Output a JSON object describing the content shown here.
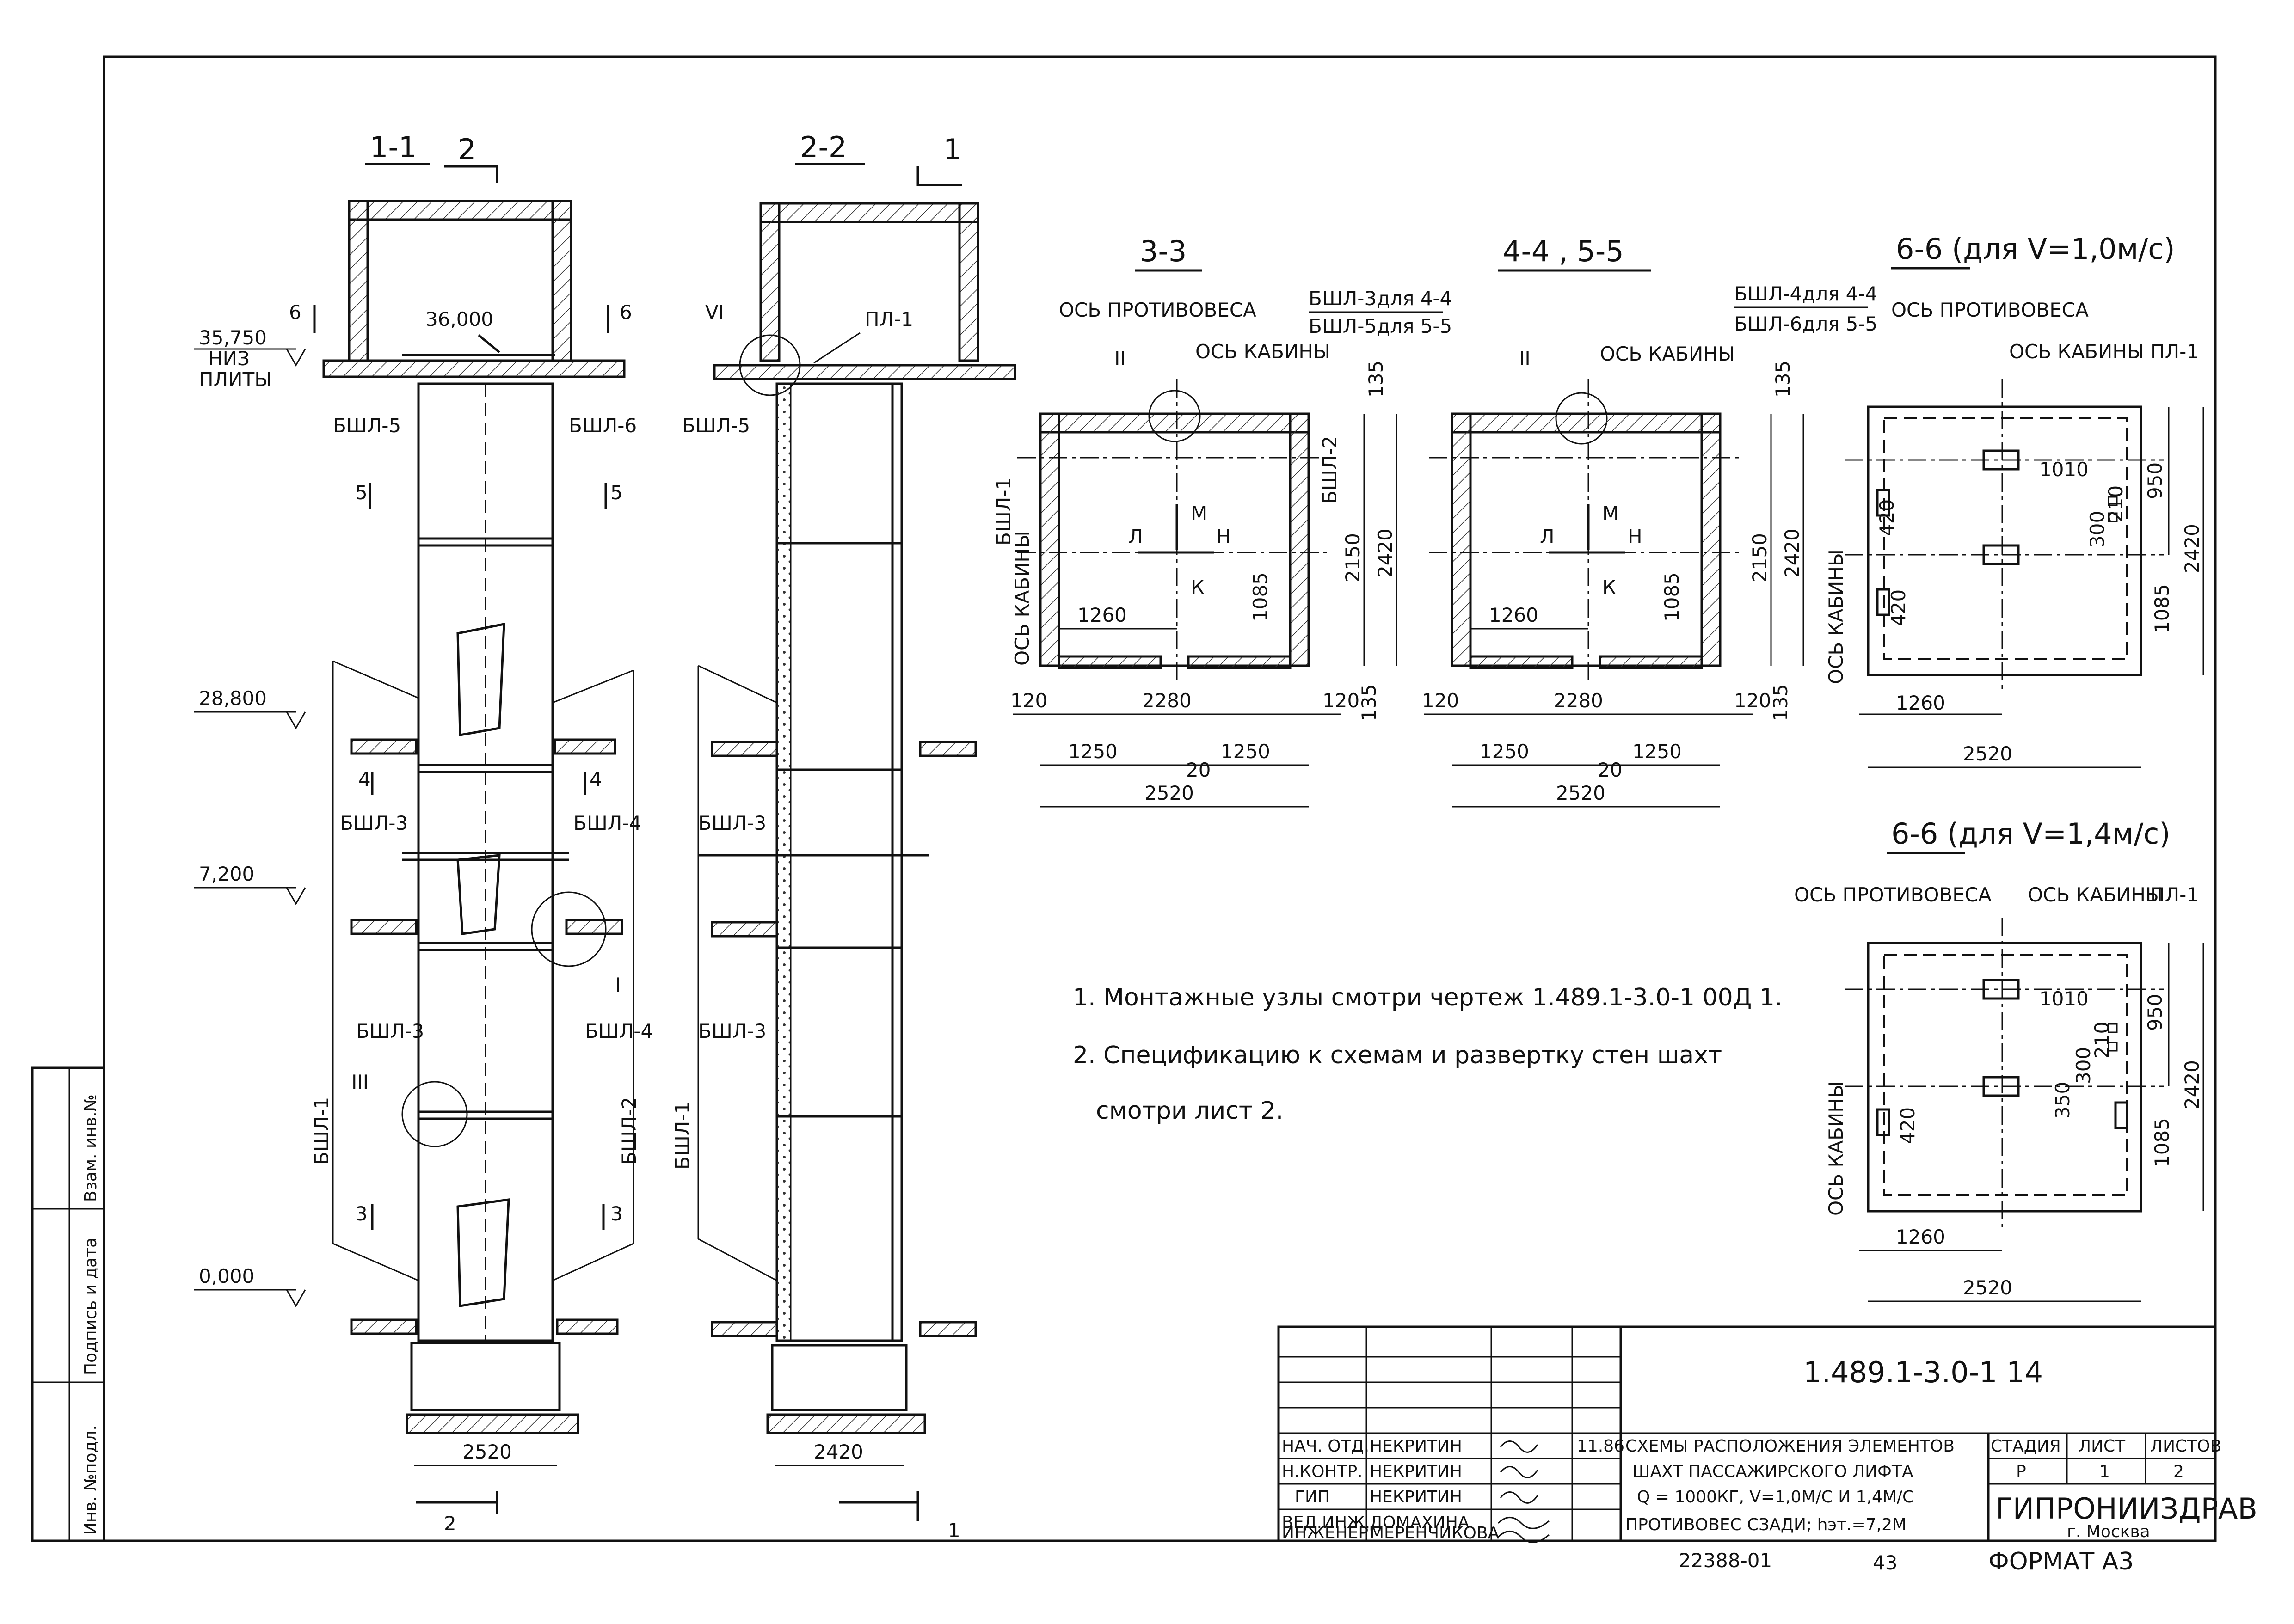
{
  "sections": {
    "s11": {
      "title": "1-1",
      "cut_mark": "2",
      "cut_mark_bottom": "2",
      "width": "2520",
      "levels": [
        "35,750",
        "36,000",
        "28,800",
        "7,200",
        "0,000"
      ],
      "niz_line1": "НИЗ",
      "niz_line2": "ПЛИТЫ",
      "panels": [
        "БШЛ-5",
        "БШЛ-6",
        "БШЛ-3",
        "БШЛ-4",
        "БШЛ-3",
        "БШЛ-4",
        "БШЛ-1",
        "БШЛ-2"
      ],
      "cuts": [
        "6",
        "6",
        "5",
        "5",
        "4",
        "4",
        "3",
        "3"
      ],
      "nodes": [
        "I",
        "III"
      ]
    },
    "s22": {
      "title": "2-2",
      "cut_mark": "1",
      "cut_mark_bottom": "1",
      "width": "2420",
      "panels": [
        "ПЛ-1",
        "БШЛ-5",
        "БШЛ-3",
        "БШЛ-3",
        "БШЛ-1"
      ],
      "node": "VI"
    },
    "s33": {
      "title": "3-3",
      "axis_cw": "ОСЬ ПРОТИВОВЕСА",
      "axis_cab": "ОСЬ КАБИНЫ",
      "panel_left": "БШЛ-1",
      "panel_right": "БШЛ-2",
      "node": "II",
      "dirs": [
        "М",
        "Л",
        "Н",
        "К"
      ],
      "dims": [
        "135",
        "2150",
        "2420",
        "1260",
        "1085",
        "120",
        "2280",
        "120",
        "135",
        "1250",
        "20",
        "1250",
        "2520"
      ]
    },
    "s45": {
      "title": "4-4 , 5-5",
      "label_l1": "БШЛ-3для 4-4",
      "label_l2": "БШЛ-5для 5-5",
      "label_r1": "БШЛ-4для 4-4",
      "label_r2": "БШЛ-6для 5-5",
      "axis_cab": "ОСЬ КАБИНЫ",
      "node": "II",
      "dirs": [
        "М",
        "Л",
        "Н",
        "К"
      ],
      "dims": [
        "135",
        "2150",
        "2420",
        "1260",
        "1085",
        "120",
        "2280",
        "120",
        "135",
        "1250",
        "20",
        "1250",
        "2520"
      ]
    },
    "s66a": {
      "title": "6-6 (для V=1,0м/с)",
      "axis_cw": "ОСЬ ПРОТИВОВЕСА",
      "axis_cab": "ОСЬ КАБИНЫ",
      "pl": "ПЛ-1",
      "dims": [
        "1010",
        "950",
        "2420",
        "420",
        "420",
        "300",
        "210",
        "1085",
        "1260",
        "2520"
      ]
    },
    "s66b": {
      "title": "6-6 (для V=1,4м/с)",
      "axis_cw": "ОСЬ ПРОТИВОВЕСА",
      "axis_cab": "ОСЬ КАБИНЫ",
      "pl": "ПЛ-1",
      "dims": [
        "1010",
        "950",
        "2420",
        "420",
        "350",
        "300",
        "210",
        "1085",
        "1260",
        "2520"
      ]
    }
  },
  "notes": [
    "1. Монтажные узлы смотри чертеж 1.489.1-3.0-1 00Д 1.",
    "2. Спецификацию к схемам и развертку стен шахт",
    "смотри лист 2."
  ],
  "side_stamp": [
    "Инв. №подл.",
    "Подпись и дата",
    "Взам. инв.№"
  ],
  "title_block": {
    "code": "1.489.1-3.0-1 14",
    "roles": [
      "НАЧ. ОТД.",
      "Н.КОНТР.",
      "ГИП",
      "ВЕД.ИНЖ.",
      "ИНЖЕНЕР"
    ],
    "names": [
      "НЕКРИТИН",
      "НЕКРИТИН",
      "НЕКРИТИН",
      "ДОМАХИНА",
      "МЕРЕНЧИКОВА"
    ],
    "date": "11.86",
    "description": [
      "СХЕМЫ РАСПОЛОЖЕНИЯ ЭЛЕМЕНТОВ",
      "ШАХТ ПАССАЖИРСКОГО ЛИФТА",
      "Q = 1000КГ, V=1,0М/С И 1,4М/С",
      "ПРОТИВОВЕС СЗАДИ; hэт.=7,2М"
    ],
    "stage_h": "СТАДИЯ",
    "sheet_h": "ЛИСТ",
    "sheets_h": "ЛИСТОВ",
    "stage": "Р",
    "sheet": "1",
    "sheets": "2",
    "org": "ГИПРОНИИЗДРАВ",
    "city": "г. Москва",
    "format": "ФОРМАТ А3",
    "bottom_num": "22388-01",
    "bottom_page": "43"
  }
}
